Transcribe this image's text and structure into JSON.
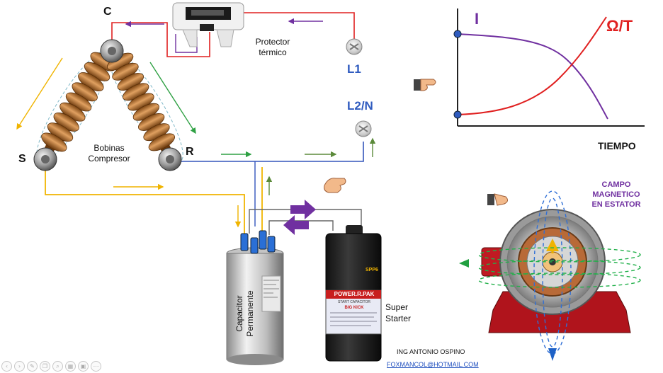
{
  "labels": {
    "c": "C",
    "s": "S",
    "r": "R",
    "l1": "L1",
    "l2n": "L2/N",
    "protector_line1": "Protector",
    "protector_line2": "térmico",
    "bobinas_line1": "Bobinas",
    "bobinas_line2": "Compresor",
    "capacitor_line1": "Capacitor",
    "capacitor_line2": "Permanente",
    "super_line1": "Super",
    "super_line2": "Starter",
    "starter_brand": "POWER.R.PAK",
    "starter_text1": "START CAPACITOR",
    "starter_text2": "BIG KICK",
    "spp": "SPP6",
    "author": "ING ANTONIO OSPINO",
    "email": "FOXMANCOL@HOTMAIL.COM",
    "campo_line1": "CAMPO",
    "campo_line2": "MAGNETICO",
    "campo_line3": "EN ESTATOR"
  },
  "chart": {
    "current_label": "I",
    "resistance_label": "Ω/T",
    "x_label": "TIEMPO"
  },
  "colors": {
    "red_wire": "#e02020",
    "purple": "#7030a0",
    "blue_wire": "#3355bb",
    "yellow_wire": "#f0b400",
    "green_arrow": "#2ea043",
    "olive_arrow": "#5b8a3a",
    "copper": "#b8732f",
    "chart_blue": "#2f5bbf",
    "stator_red": "#b0141c"
  },
  "toolbar": {
    "icons": [
      "prev-icon",
      "next-icon",
      "pen-icon",
      "copy-icon",
      "zoom-icon",
      "grid-icon",
      "camera-icon",
      "more-icon"
    ]
  }
}
